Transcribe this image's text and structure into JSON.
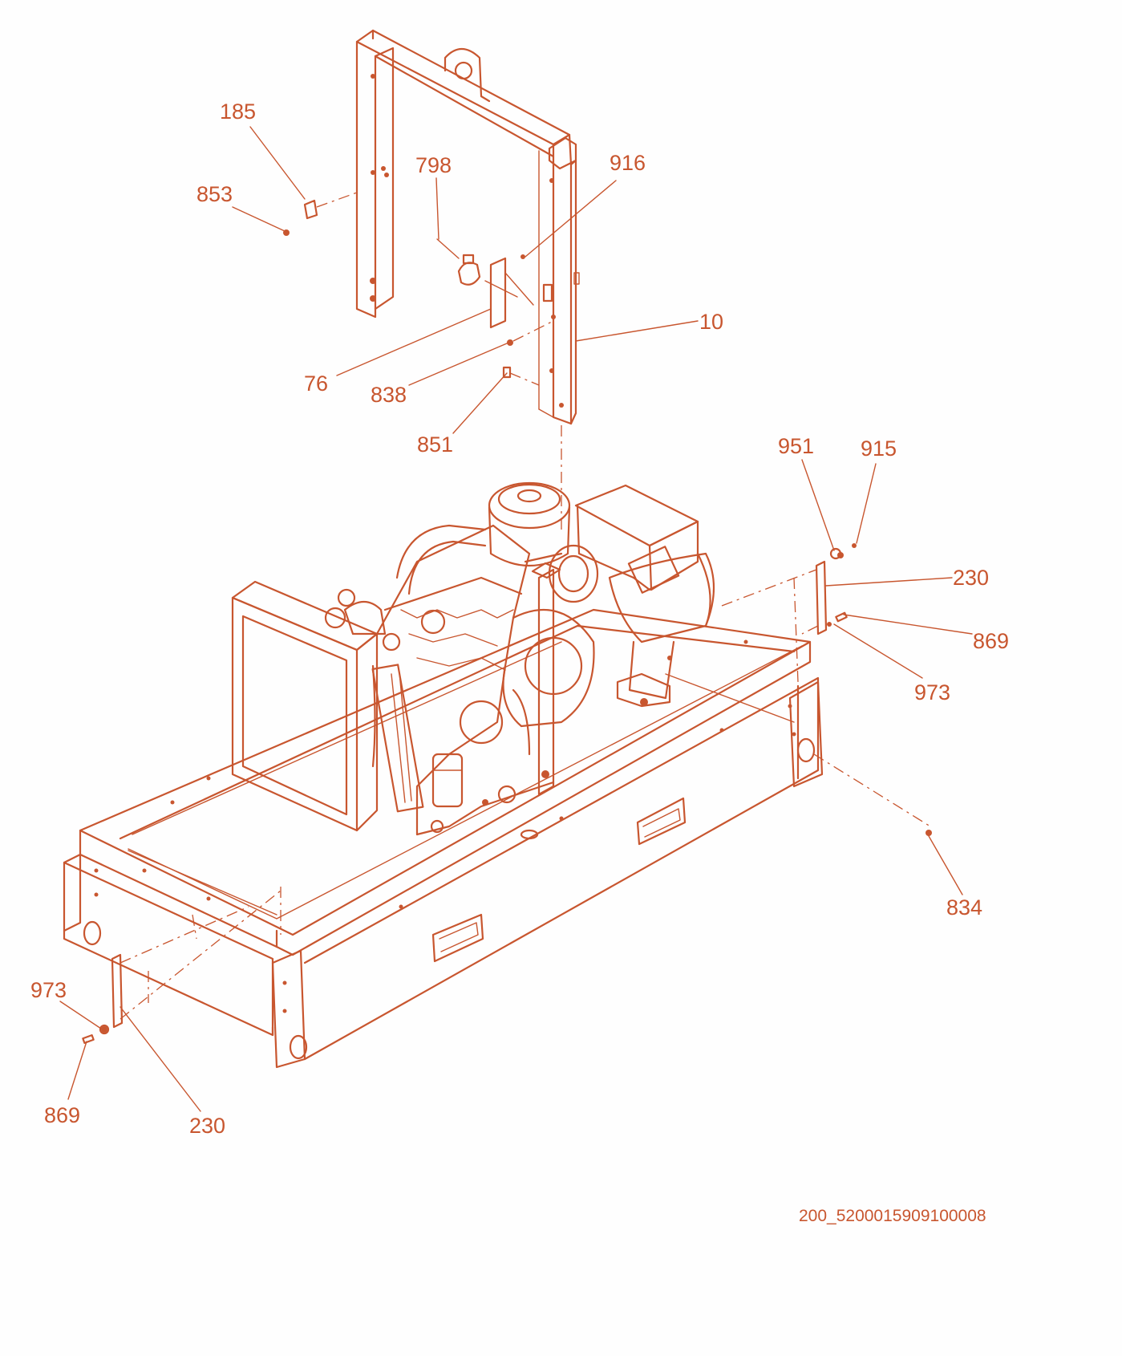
{
  "colors": {
    "line": "#c8562f",
    "background": "#fefefe"
  },
  "callouts": {
    "c185": "185",
    "c853": "853",
    "c798": "798",
    "c916": "916",
    "c10": "10",
    "c76": "76",
    "c838": "838",
    "c851": "851",
    "c951": "951",
    "c915": "915",
    "c230_right": "230",
    "c869_right": "869",
    "c973_right": "973",
    "c834": "834",
    "c973_left": "973",
    "c869_left": "869",
    "c230_left": "230"
  },
  "drawing_code": "200_5200015909100008"
}
